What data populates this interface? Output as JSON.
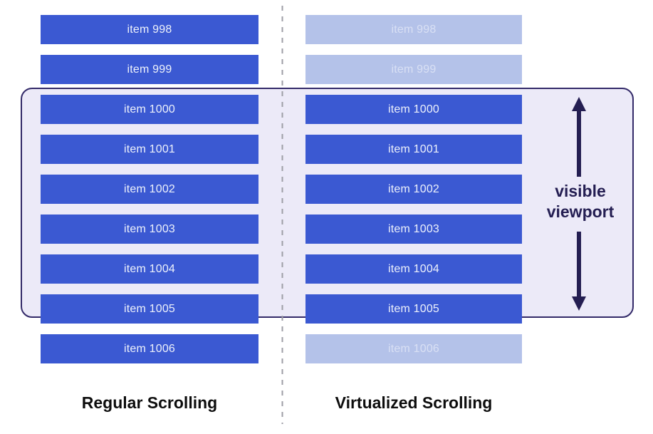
{
  "viewport": {
    "label": "visible viewport"
  },
  "columns": [
    {
      "caption": "Regular Scrolling",
      "items": [
        {
          "label": "item 998",
          "state": "active"
        },
        {
          "label": "item 999",
          "state": "active"
        },
        {
          "label": "item 1000",
          "state": "active"
        },
        {
          "label": "item 1001",
          "state": "active"
        },
        {
          "label": "item 1002",
          "state": "active"
        },
        {
          "label": "item 1003",
          "state": "active"
        },
        {
          "label": "item 1004",
          "state": "active"
        },
        {
          "label": "item 1005",
          "state": "active"
        },
        {
          "label": "item 1006",
          "state": "active"
        }
      ]
    },
    {
      "caption": "Virtualized Scrolling",
      "items": [
        {
          "label": "item 998",
          "state": "inactive"
        },
        {
          "label": "item 999",
          "state": "inactive"
        },
        {
          "label": "item 1000",
          "state": "active"
        },
        {
          "label": "item 1001",
          "state": "active"
        },
        {
          "label": "item 1002",
          "state": "active"
        },
        {
          "label": "item 1003",
          "state": "active"
        },
        {
          "label": "item 1004",
          "state": "active"
        },
        {
          "label": "item 1005",
          "state": "active"
        },
        {
          "label": "item 1006",
          "state": "inactive"
        }
      ]
    }
  ],
  "colors": {
    "item_active_bg": "#3b59d2",
    "item_active_text": "#eef2fb",
    "item_inactive_bg": "#b4c2e9",
    "item_inactive_text": "#d9e0f4",
    "viewport_fill": "#eceaf8",
    "viewport_border": "#332a69",
    "arrow": "#241e52",
    "divider": "#9d9da5",
    "caption_text": "#0d0d0d"
  }
}
